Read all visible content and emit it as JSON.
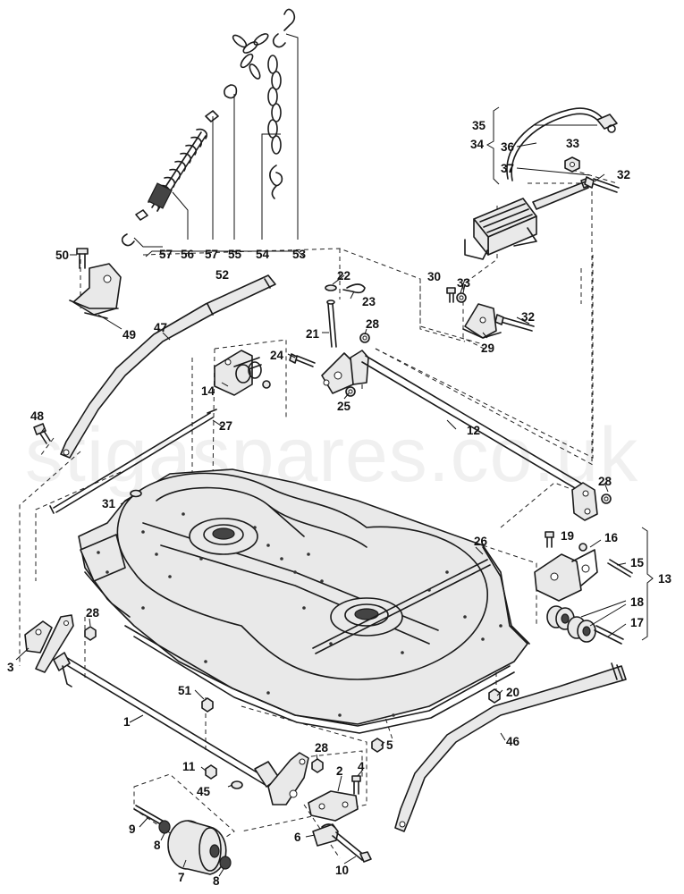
{
  "watermark": "stigaspares.co.uk",
  "callouts": {
    "c1": "1",
    "c2": "2",
    "c3": "3",
    "c4": "4",
    "c5": "5",
    "c6": "6",
    "c7": "7",
    "c8a": "8",
    "c8b": "8",
    "c9": "9",
    "c10": "10",
    "c11": "11",
    "c12": "12",
    "c13": "13",
    "c14": "14",
    "c15": "15",
    "c16": "16",
    "c17": "17",
    "c18": "18",
    "c19": "19",
    "c20": "20",
    "c21": "21",
    "c22": "22",
    "c23": "23",
    "c24": "24",
    "c25": "25",
    "c26": "26",
    "c27": "27",
    "c28a": "28",
    "c28b": "28",
    "c28c": "28",
    "c28d": "28",
    "c29": "29",
    "c30": "30",
    "c31": "31",
    "c32a": "32",
    "c32b": "32",
    "c33a": "33",
    "c33b": "33",
    "c34": "34",
    "c35": "35",
    "c36": "36",
    "c37": "37",
    "c45": "45",
    "c46": "46",
    "c47": "47",
    "c48": "48",
    "c49": "49",
    "c50": "50",
    "c51": "51",
    "c52": "52",
    "c53": "53",
    "c54": "54",
    "c55": "55",
    "c56": "56",
    "c57a": "57",
    "c57b": "57"
  }
}
